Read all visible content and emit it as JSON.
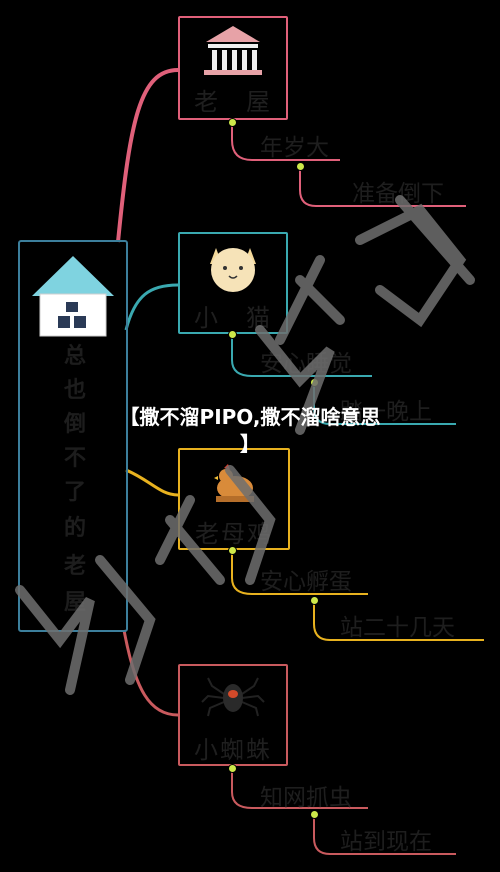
{
  "root": {
    "chars": [
      "总",
      "也",
      "倒",
      "不",
      "了",
      "的",
      "老",
      "屋"
    ],
    "icon": "house-icon"
  },
  "nodes": [
    {
      "label": "老　屋",
      "icon": "temple-icon",
      "color": "#e0607a",
      "leaves": [
        "年岁大",
        "准备倒下"
      ]
    },
    {
      "label": "小　猫",
      "icon": "cat-icon",
      "color": "#3aa9b0",
      "leaves": [
        "安心睡觉",
        "踏一晚上"
      ]
    },
    {
      "label": "老母鸡",
      "icon": "hen-icon",
      "color": "#e8b21f",
      "leaves": [
        "安心孵蛋",
        "站二十几天"
      ]
    },
    {
      "label": "小蜘蛛",
      "icon": "spider-icon",
      "color": "#c95a5e",
      "leaves": [
        "知网抓虫",
        "站到现在"
      ]
    }
  ],
  "banner": {
    "line1": "【撒不溜PIPO,撒不溜啥意思",
    "line2": "】"
  },
  "watermark": {
    "text": "键盘侠",
    "color": "#6f6f6f"
  }
}
